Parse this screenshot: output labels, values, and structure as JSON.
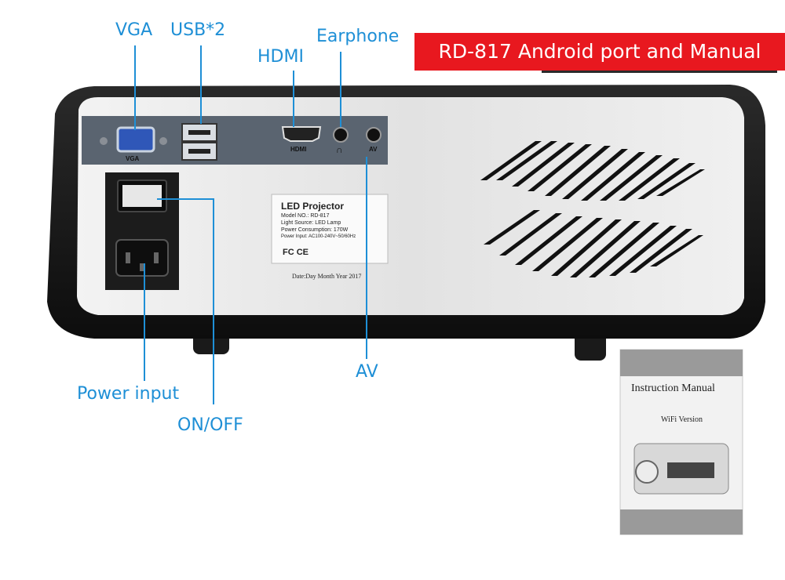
{
  "banner": {
    "text": "RD-817 Android port and Manual"
  },
  "callouts": {
    "vga": "VGA",
    "usb": "USB*2",
    "hdmi": "HDMI",
    "earphone": "Earphone",
    "av": "AV",
    "power_input": "Power input",
    "on_off": "ON/OFF"
  },
  "port_labels": {
    "vga": "VGA",
    "hdmi": "HDMI",
    "av": "AV"
  },
  "sticker": {
    "title": "LED Projector",
    "model": "Model NO.: RD-817",
    "light_source": "Light Source: LED Lamp",
    "power_consumption": "Power Consumption: 170W",
    "power_input": "Power Input: AC100-240V~50/60Hz",
    "marks": "FC CE",
    "date_line": "Date:Day   Month   Year 2017"
  },
  "manual": {
    "title": "Instruction Manual",
    "subtitle": "WiFi Version"
  }
}
